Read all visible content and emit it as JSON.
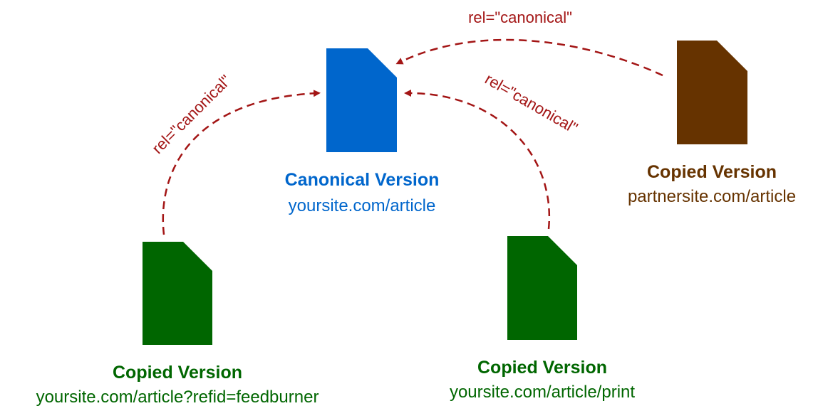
{
  "colors": {
    "canonical": "#0066cc",
    "copied_green": "#006600",
    "copied_brown": "#663300",
    "link": "#a31515"
  },
  "documents": {
    "canonical": {
      "title": "Canonical Version",
      "url": "yoursite.com/article"
    },
    "partner": {
      "title": "Copied Version",
      "url": "partnersite.com/article"
    },
    "feedburner": {
      "title": "Copied Version",
      "url": "yoursite.com/article?refid=feedburner"
    },
    "print": {
      "title": "Copied Version",
      "url": "yoursite.com/article/print"
    }
  },
  "links": {
    "partner_label": "rel=\"canonical\"",
    "feedburner_label": "rel=\"canonical\"",
    "print_label": "rel=\"canonical\""
  }
}
